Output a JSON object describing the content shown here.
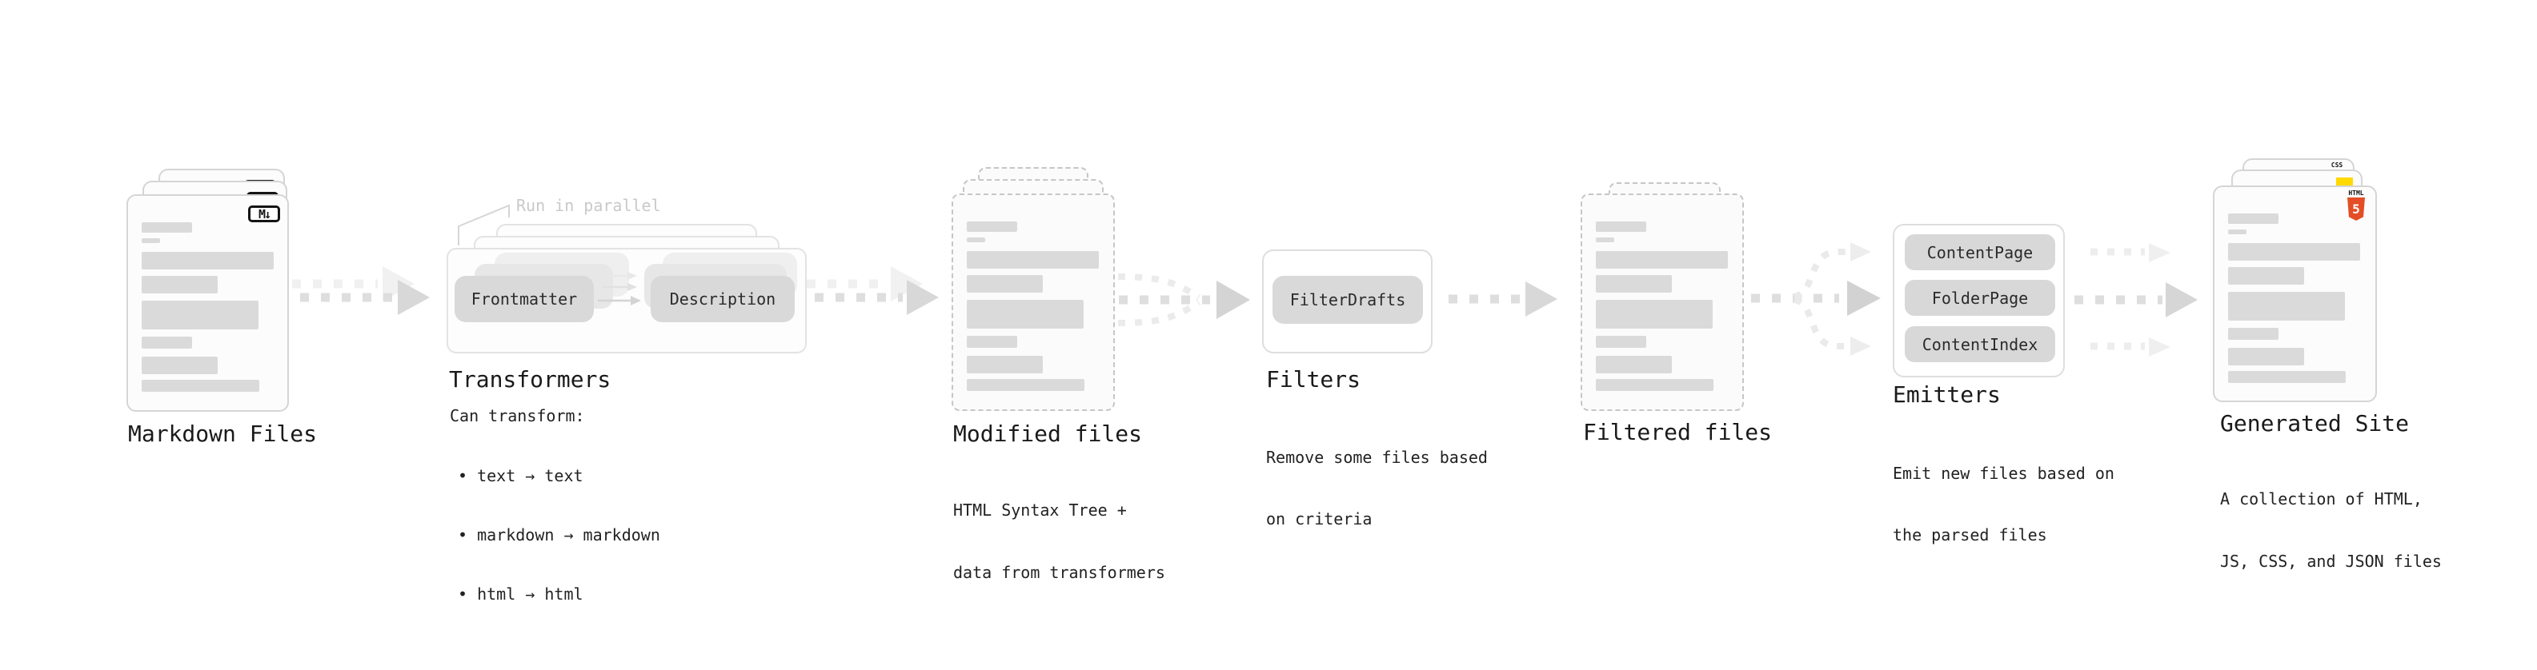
{
  "colors": {
    "html5_orange": "#e44d26",
    "js_yellow": "#ffd900",
    "css_blue": "#2a6df5",
    "arrow_gray": "#d9d9d9",
    "muted_callout_gray": "#c9c9c9"
  },
  "markdown_files": {
    "label": "Markdown Files",
    "badge": "M↓"
  },
  "transformers": {
    "heading": "Transformers",
    "callout": "Run in parallel",
    "pill_left": "Frontmatter",
    "pill_right": "Description",
    "note_title": "Can transform:",
    "bullets": [
      "• text → text",
      "• markdown → markdown",
      "• html → html"
    ]
  },
  "modified_files": {
    "label": "Modified files",
    "description": [
      "HTML Syntax Tree +",
      "data from transformers"
    ]
  },
  "filters": {
    "heading": "Filters",
    "pill": "FilterDrafts",
    "description": [
      "Remove some files based",
      "on criteria"
    ]
  },
  "filtered_files": {
    "label": "Filtered files"
  },
  "emitters": {
    "heading": "Emitters",
    "pills": [
      "ContentPage",
      "FolderPage",
      "ContentIndex"
    ],
    "description": [
      "Emit new files based on",
      "the parsed files"
    ]
  },
  "generated_site": {
    "label": "Generated Site",
    "description": [
      "A collection of HTML,",
      "JS, CSS, and JSON files"
    ],
    "css_badge": "CSS",
    "html_badge_label": "HTML",
    "html_badge_number": "5"
  }
}
